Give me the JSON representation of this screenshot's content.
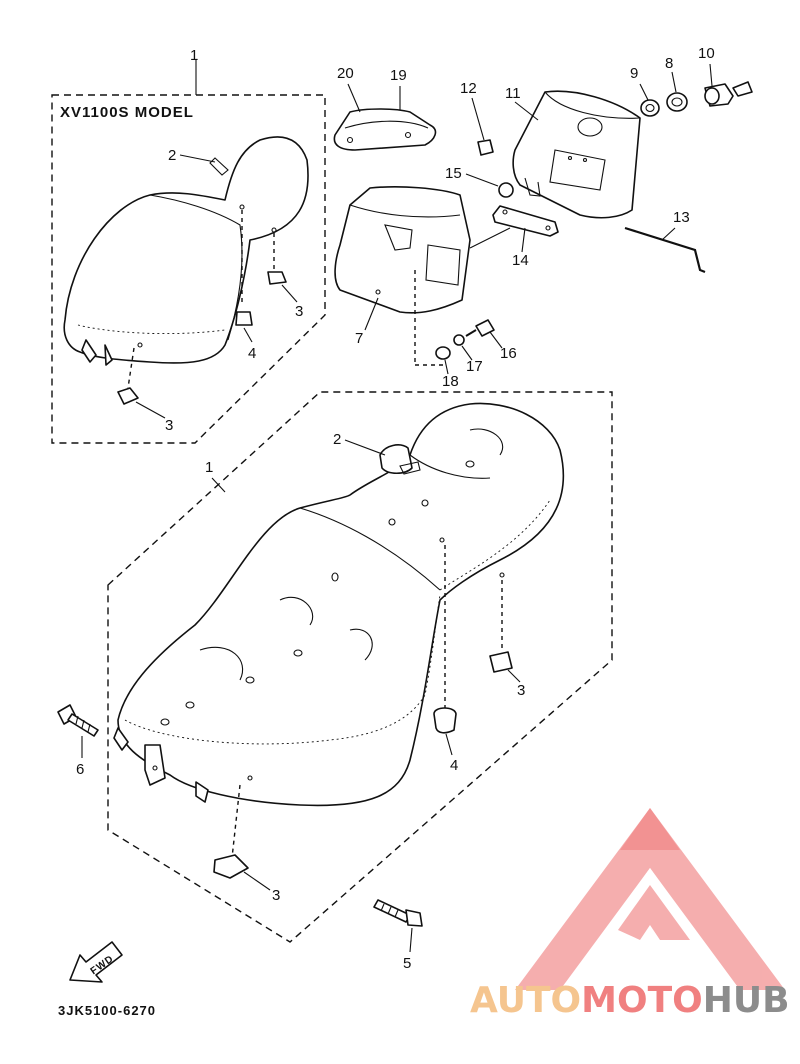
{
  "diagram": {
    "inset_label": "XV1100S MODEL",
    "part_code": "3JK5100-6270",
    "fwd_label": "FWD",
    "callouts": {
      "c1_inset": "1",
      "c2_inset": "2",
      "c3_inset_a": "3",
      "c3_inset_b": "3",
      "c4_inset": "4",
      "c20": "20",
      "c19": "19",
      "c12": "12",
      "c11": "11",
      "c9": "9",
      "c8": "8",
      "c10": "10",
      "c15": "15",
      "c13": "13",
      "c14": "14",
      "c7": "7",
      "c16": "16",
      "c17": "17",
      "c18": "18",
      "c1_main": "1",
      "c2_main": "2",
      "c3_main_a": "3",
      "c3_main_b": "3",
      "c4_main": "4",
      "c6": "6",
      "c5": "5"
    }
  },
  "watermark": {
    "brand_part1": "AUTO",
    "brand_part2": "MOTO",
    "brand_part3": "HUB",
    "color_light": "#f5c58f",
    "color_red": "#f08080",
    "color_grey": "#8c8c8c"
  }
}
